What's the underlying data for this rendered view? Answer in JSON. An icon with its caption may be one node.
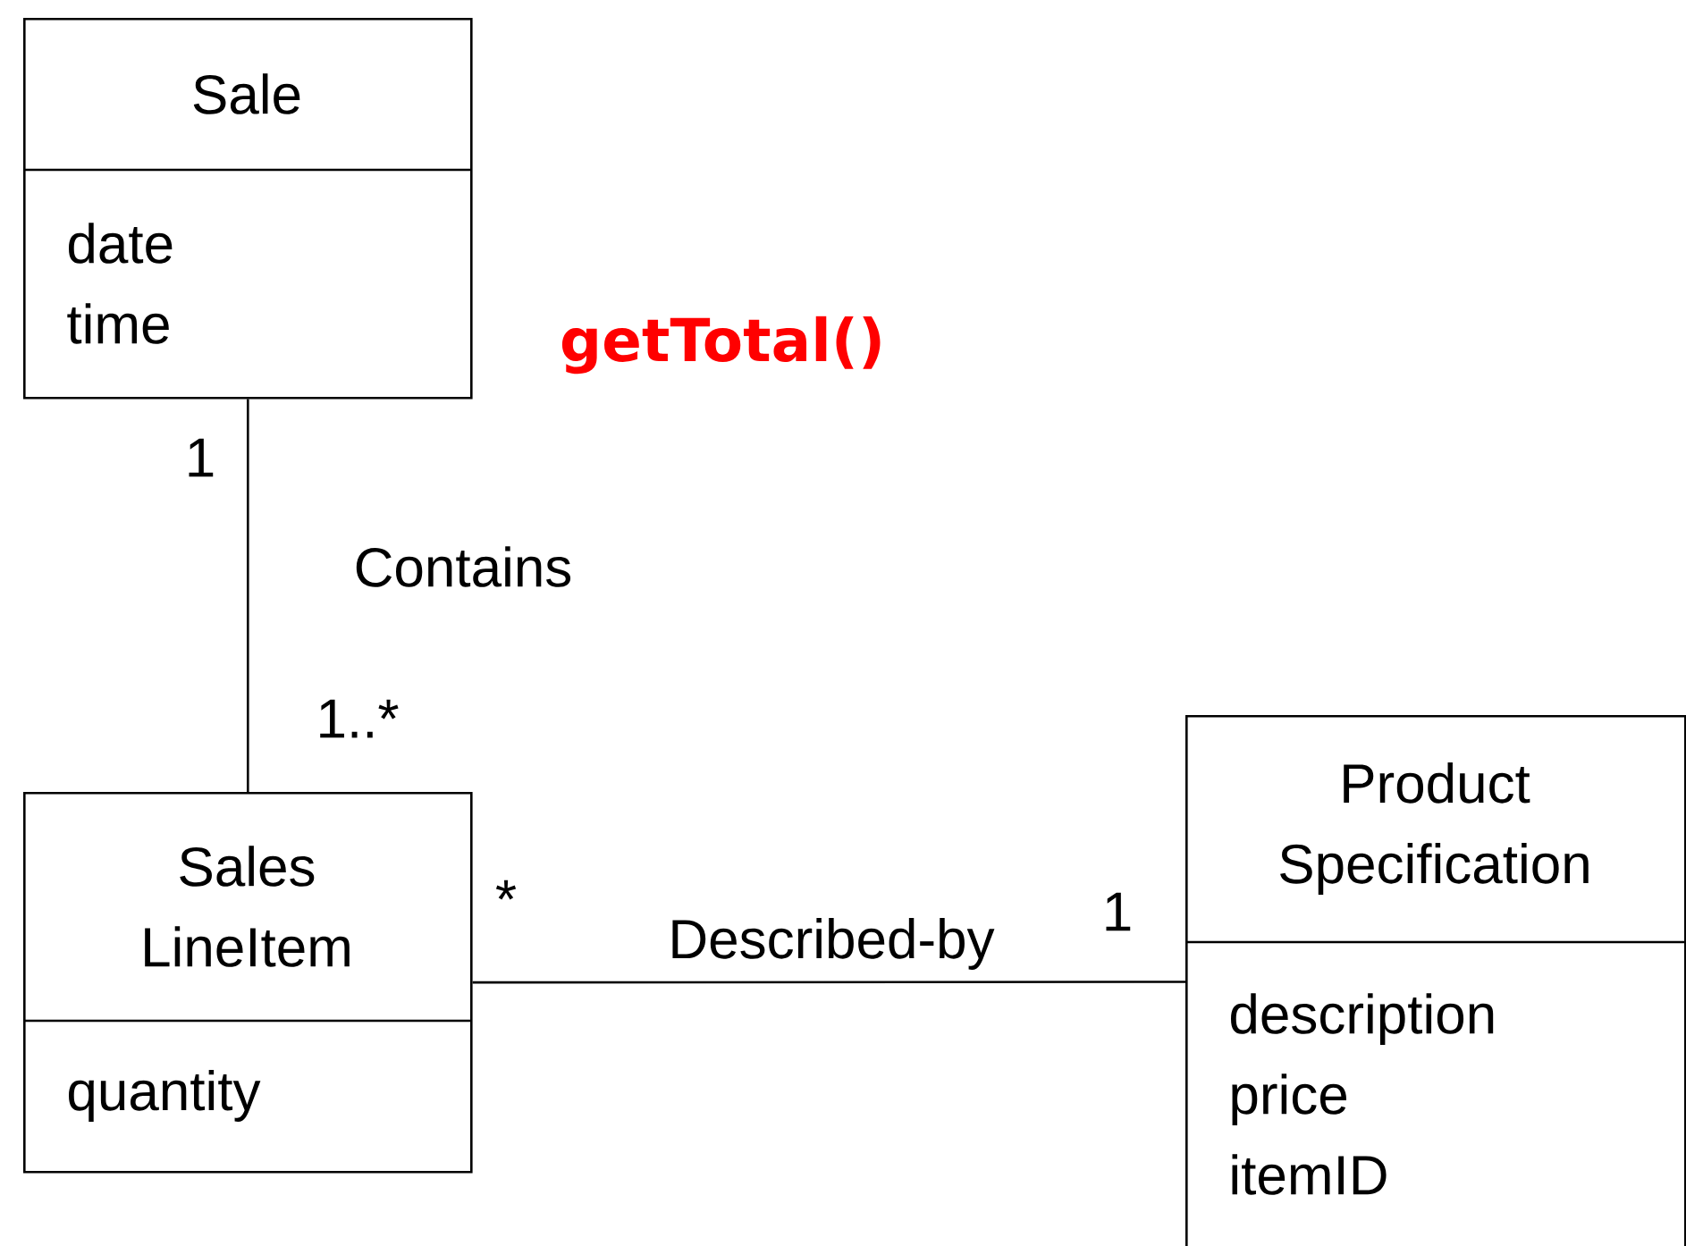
{
  "diagram": {
    "nodes": [
      {
        "text": [
          "Sale",
          "date time"
        ]
      },
      {
        "text": [
          "Sales LineItem",
          "quantity"
        ]
      },
      {
        "text": [
          "Product Specification",
          "description price itemID"
        ]
      }
    ],
    "edges": [
      {
        "from": 0,
        "to": 1,
        "arrow": "none",
        "label": "Contains"
      },
      {
        "from": 1,
        "to": 2,
        "arrow": "none",
        "label": "Described-by"
      }
    ],
    "labels": [
      "getTotal()",
      "1",
      "1..*",
      "*",
      "1"
    ]
  }
}
